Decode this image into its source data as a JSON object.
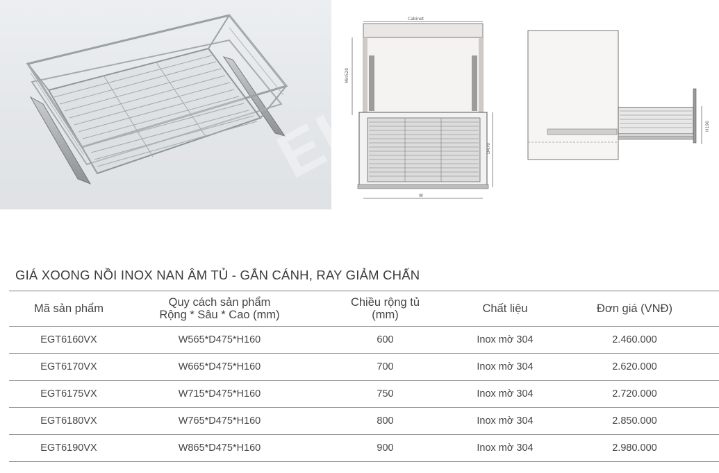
{
  "photo": {
    "subject": "stainless-steel-wire-basket"
  },
  "drawings": {
    "front_labels": {
      "cabinet": "Cabinet",
      "min_height": "Min520",
      "depth": "D470",
      "width": "W"
    },
    "side_labels": {
      "height": "H190"
    }
  },
  "product": {
    "title": "GIÁ XOONG NỒI INOX NAN ÂM TỦ - GẮN CÁNH, RAY GIẢM CHẤN",
    "columns": [
      {
        "line1": "Mã sản phẩm",
        "line2": ""
      },
      {
        "line1": "Quy cách sản phẩm",
        "line2": "Rộng * Sâu * Cao (mm)"
      },
      {
        "line1": "Chiều rộng tủ",
        "line2": "(mm)"
      },
      {
        "line1": "Chất liệu",
        "line2": ""
      },
      {
        "line1": "Đơn giá  (VNĐ)",
        "line2": ""
      }
    ],
    "rows": [
      {
        "code": "EGT6160VX",
        "spec": "W565*D475*H160",
        "cabinet_width": "600",
        "material": "Inox mờ 304",
        "price": "2.460.000"
      },
      {
        "code": "EGT6170VX",
        "spec": "W665*D475*H160",
        "cabinet_width": "700",
        "material": "Inox mờ 304",
        "price": "2.620.000"
      },
      {
        "code": "EGT6175VX",
        "spec": "W715*D475*H160",
        "cabinet_width": "750",
        "material": "Inox mờ 304",
        "price": "2.720.000"
      },
      {
        "code": "EGT6180VX",
        "spec": "W765*D475*H160",
        "cabinet_width": "800",
        "material": "Inox mờ 304",
        "price": "2.850.000"
      },
      {
        "code": "EGT6190VX",
        "spec": "W865*D475*H160",
        "cabinet_width": "900",
        "material": "Inox mờ 304",
        "price": "2.980.000"
      }
    ]
  }
}
